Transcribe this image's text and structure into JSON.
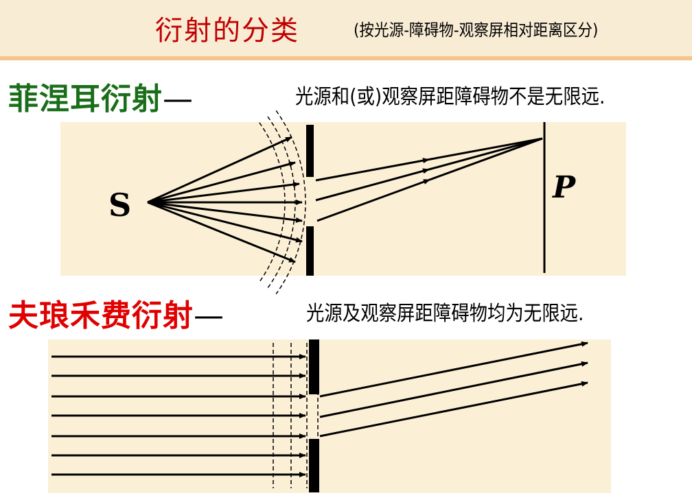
{
  "header": {
    "title": "衍射的分类",
    "subtitle": "(按光源-障碍物-观察屏相对距离区分)"
  },
  "fresnel": {
    "name": "菲涅耳衍射",
    "dash": "—",
    "description": "光源和(或)观察屏距障碍物不是无限远.",
    "source_label": "S",
    "point_label": "P",
    "color": "#1a6e1a"
  },
  "fraunhofer": {
    "name": "夫琅禾费衍射",
    "dash": "—",
    "description": "光源及观察屏距障碍物均为无限远.",
    "color": "#e00000"
  }
}
